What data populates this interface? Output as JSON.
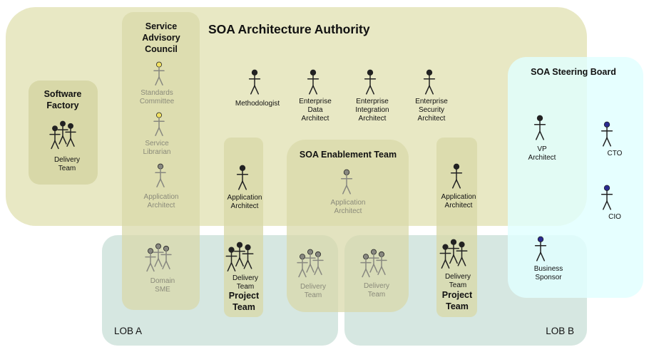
{
  "title": "SOA Architecture Authority",
  "colors": {
    "authority": "#e8e8c4",
    "column": "#d8d8a8",
    "lob": "#cfe3dc",
    "steering": "#e0ffff",
    "figure_dark": "#222222",
    "figure_muted": "#888880",
    "head_yellow": "#f0e060",
    "head_blue": "#2a2a90",
    "text_dark": "#111111",
    "text_muted": "#8a8a7a"
  },
  "groups": {
    "software_factory": "Software\nFactory",
    "service_advisory": "Service\nAdvisory\nCouncil",
    "enablement": "SOA Enablement Team",
    "steering": "SOA Steering Board",
    "lob_a": "LOB A",
    "lob_b": "LOB B",
    "project_team": "Project\nTeam"
  },
  "roles": {
    "delivery_team": "Delivery\nTeam",
    "standards": "Standards\nCommittee",
    "librarian": "Service\nLibrarian",
    "app_arch": "Application\nArchitect",
    "domain_sme": "Domain\nSME",
    "methodologist": "Methodologist",
    "eda": "Enterprise\nData\nArchitect",
    "eia": "Enterprise\nIntegration\nArchitect",
    "esa": "Enterprise\nSecurity\nArchitect",
    "vp": "VP\nArchitect",
    "cto": "CTO",
    "cio": "CIO",
    "sponsor": "Business\nSponsor"
  }
}
